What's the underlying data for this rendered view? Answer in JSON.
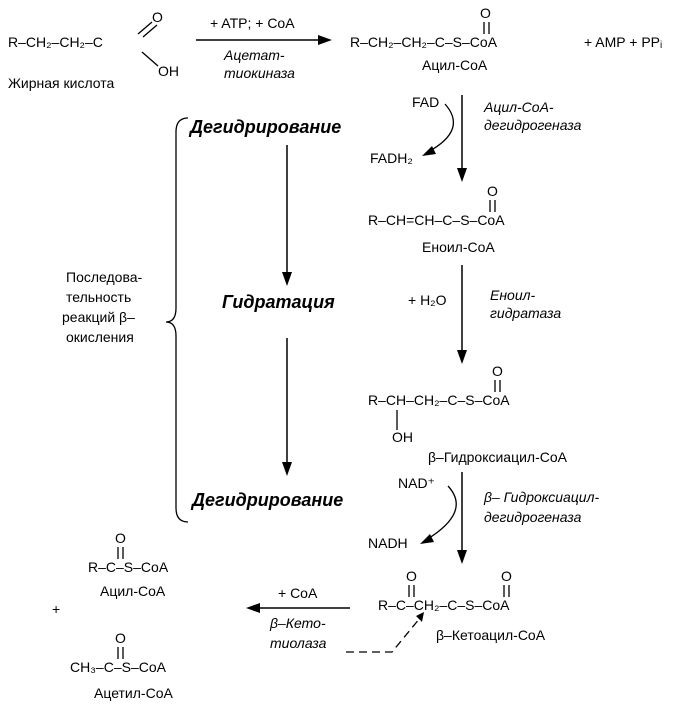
{
  "compounds": {
    "fatty_acid": {
      "formula": "R–CH₂–CH₂–C",
      "o_top": "O",
      "oh": "OH",
      "name": "Жирная кислота"
    },
    "acyl_coa_top": {
      "formula": "R–CH₂–CH₂–C–S–CoA",
      "o_top": "O",
      "side_products": "+ AMP + PPᵢ",
      "name": "Ацил-CoA"
    },
    "enoyl_coa": {
      "formula": "R–CH=CH–C–S–CoA",
      "o_top": "O",
      "name": "Еноил-CoA"
    },
    "hydroxyacyl_coa": {
      "formula": "R–CH–CH₂–C–S–CoA",
      "o_top": "O",
      "oh": "OH",
      "name": "β–Гидроксиацил-CoA"
    },
    "ketoacyl_coa": {
      "formula": "R–C–CH₂–C–S–CoA",
      "o_left": "O",
      "o_right": "O",
      "name": "β–Кетоацил-CoA"
    },
    "acyl_coa_product": {
      "formula": "R–C–S–CoA",
      "o_top": "O",
      "name": "Ацил-CoA"
    },
    "acetyl_coa": {
      "formula": "CH₃–C–S–CoA",
      "o_top": "O",
      "name": "Ацетил-CoA"
    },
    "plus": "+"
  },
  "reactions": {
    "activation": {
      "reagents": "+ ATP; + CoA",
      "enzyme_line1": "Ацетат-",
      "enzyme_line2": "тиокиназа"
    },
    "dehydrogenation1": {
      "cofactor_in": "FAD",
      "cofactor_out": "FADH₂",
      "enzyme_line1": "Ацил-CoA-",
      "enzyme_line2": "дегидрогеназа"
    },
    "hydration": {
      "reagent": "+ H₂O",
      "enzyme_line1": "Еноил-",
      "enzyme_line2": "гидратаза"
    },
    "dehydrogenation2": {
      "cofactor_in": "NAD⁺",
      "cofactor_out": "NADH",
      "enzyme_line1": "β– Гидроксиацил-",
      "enzyme_line2": "дегидрогеназа"
    },
    "thiolysis": {
      "reagent": "+ CoA",
      "enzyme_line1": "β–Кето-",
      "enzyme_line2": "тиолаза"
    }
  },
  "stages": {
    "dehydrogenation": "Дегидрирование",
    "hydration": "Гидратация",
    "dehydrogenation_2": "Дегидрирование"
  },
  "brace_label": {
    "line1": "Последова-",
    "line2": "тельность",
    "line3": "реакций β–",
    "line4": "окисления"
  }
}
